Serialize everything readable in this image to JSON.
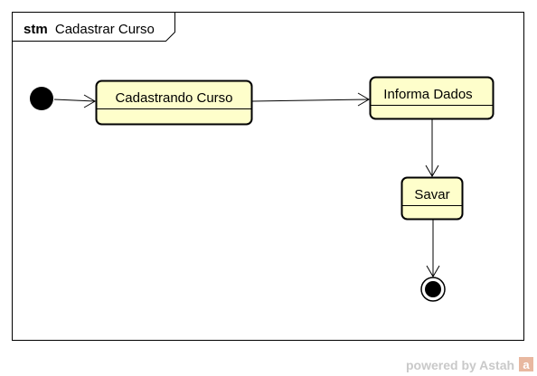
{
  "diagram": {
    "frame": {
      "keyword": "stm",
      "name": "Cadastrar Curso"
    },
    "states": [
      {
        "id": "cadastrando",
        "label": "Cadastrando Curso"
      },
      {
        "id": "informa",
        "label": "Informa Dados"
      },
      {
        "id": "savar",
        "label": "Savar"
      }
    ],
    "transitions": [
      {
        "from": "initial",
        "to": "cadastrando"
      },
      {
        "from": "cadastrando",
        "to": "informa"
      },
      {
        "from": "informa",
        "to": "savar"
      },
      {
        "from": "savar",
        "to": "final"
      }
    ],
    "colors": {
      "state_fill": "#fefecb",
      "stroke": "#000000"
    }
  },
  "watermark": {
    "text": "powered by Astah",
    "logo_letters": "a"
  }
}
